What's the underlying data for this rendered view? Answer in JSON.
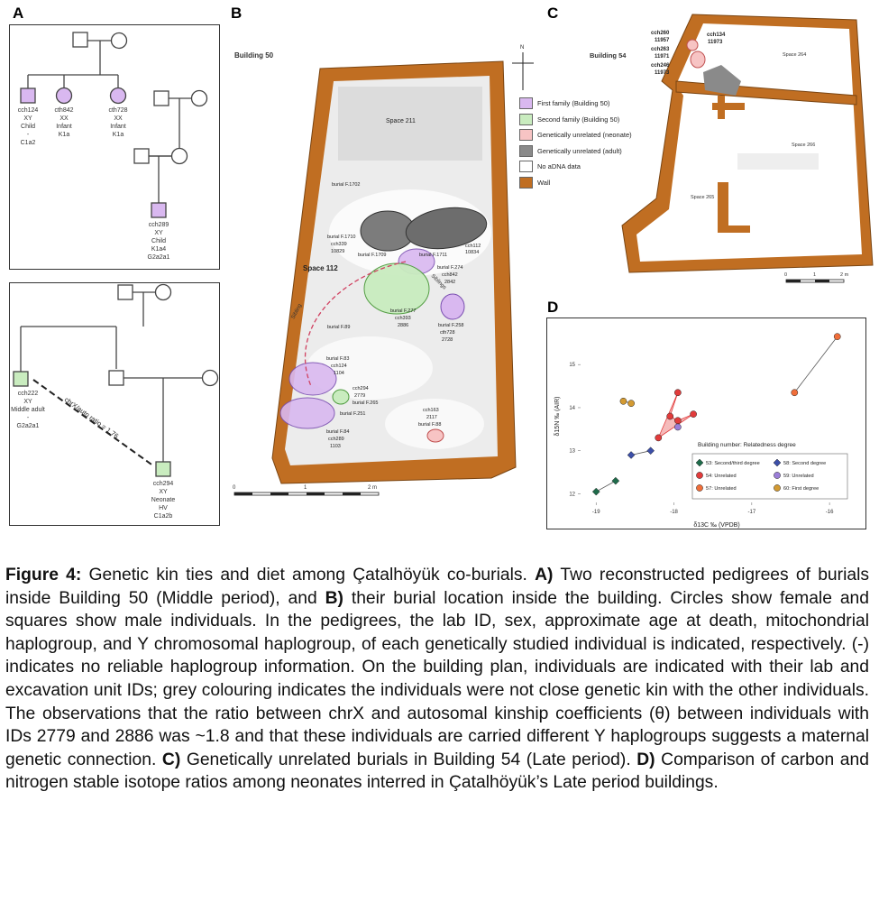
{
  "panels": {
    "a": "A",
    "b": "B",
    "c": "C",
    "d": "D"
  },
  "pedigree_top": {
    "cch124": [
      "cch124",
      "XY",
      "Child",
      "-",
      "C1a2"
    ],
    "cth842": [
      "cth842",
      "XX",
      "Infant",
      "K1a"
    ],
    "cth728": [
      "cth728",
      "XX",
      "Infant",
      "K1a"
    ],
    "cch289": [
      "cch289",
      "XY",
      "Child",
      "K1a4",
      "G2a2a1"
    ]
  },
  "pedigree_bottom": {
    "cch222": [
      "cch222",
      "XY",
      "Middle adult",
      "-",
      "G2a2a1"
    ],
    "cch294": [
      "cch294",
      "XY",
      "Neonate",
      "HV",
      "C1a2b"
    ],
    "relation": "chrX/auto ratio = 1.76"
  },
  "plan_b": {
    "building": "Building 50",
    "space211": "Space 211",
    "space112": "Space 112",
    "burial1702": "burial F.1702",
    "burial1710": [
      "burial F.1710",
      "cch339",
      "10829"
    ],
    "burial1709": "burial F.1709",
    "burial1711": "burial F.1711",
    "cch112": [
      "cch112",
      "10834"
    ],
    "burial274": [
      "burial F.274",
      "cch842",
      "2842"
    ],
    "burial277": [
      "burial F.277",
      "cch393",
      "2886"
    ],
    "burial258": [
      "burial F.258",
      "cth728",
      "2728"
    ],
    "burial89": "burial F.89",
    "burial83": [
      "burial F.83",
      "cch124",
      "1104"
    ],
    "cch294": [
      "cch294",
      "2779",
      "burial F.265"
    ],
    "burial251": "burial F.251",
    "burial84": [
      "burial F.84",
      "cch289",
      "1103"
    ],
    "cch163": [
      "cch163",
      "2117",
      "burial F.88"
    ],
    "sibling": "Sibling",
    "siblings": "Siblings",
    "scale": [
      "0",
      "1",
      "2 m"
    ],
    "north": "N"
  },
  "legend": [
    {
      "label": "First family (Building 50)",
      "color": "#d9b8f0"
    },
    {
      "label": "Second family (Building 50)",
      "color": "#c9ecbf"
    },
    {
      "label": "Genetically unrelated (neonate)",
      "color": "#f7c4c4"
    },
    {
      "label": "Genetically unrelated (adult)",
      "color": "#8a8a8a"
    },
    {
      "label": "No aDNA data",
      "color": "#ffffff"
    },
    {
      "label": "Wall",
      "color": "#c06e22"
    }
  ],
  "plan_c": {
    "building": "Building 54",
    "cch260": [
      "cch260",
      "11957"
    ],
    "cch263": [
      "cch263",
      "11971"
    ],
    "cch246": [
      "cch246",
      "11973"
    ],
    "cch134": [
      "cch134",
      "11973"
    ],
    "space264": "Space 264",
    "space266": "Space 266",
    "space265": "Space 265",
    "scale": [
      "0",
      "1",
      "2 m"
    ]
  },
  "chart_data": {
    "type": "scatter",
    "title": "",
    "xlabel": "δ13C ‰ (VPDB)",
    "ylabel": "δ15N ‰ (AIR)",
    "xticks": [
      "-19",
      "-18",
      "-17",
      "-16"
    ],
    "yticks": [
      "12",
      "13",
      "14",
      "15"
    ],
    "xlim": [
      -19.2,
      -15.7
    ],
    "ylim": [
      11.8,
      15.8
    ],
    "legend_title": "Building number: Relatedness degree",
    "series": [
      {
        "name": "53: Second/third degree",
        "color": "#1e6b4a",
        "marker": "diamond",
        "points": [
          [
            -19.0,
            12.05
          ],
          [
            -18.75,
            12.3
          ]
        ]
      },
      {
        "name": "54: Unrelated",
        "color": "#e23b3b",
        "marker": "circle",
        "points": [
          [
            -17.95,
            14.35
          ],
          [
            -18.05,
            13.8
          ],
          [
            -17.95,
            13.7
          ],
          [
            -17.75,
            13.85
          ],
          [
            -18.2,
            13.3
          ]
        ]
      },
      {
        "name": "57: Unrelated",
        "color": "#f06e3a",
        "marker": "circle",
        "points": [
          [
            -16.45,
            14.35
          ],
          [
            -15.9,
            15.65
          ]
        ]
      },
      {
        "name": "58: Second degree",
        "color": "#3c4fa8",
        "marker": "diamond",
        "points": [
          [
            -18.55,
            12.9
          ],
          [
            -18.3,
            13.0
          ]
        ]
      },
      {
        "name": "59: Unrelated",
        "color": "#9b7ed8",
        "marker": "circle",
        "points": [
          [
            -17.95,
            13.55
          ]
        ]
      },
      {
        "name": "60: First degree",
        "color": "#d39a32",
        "marker": "circle",
        "points": [
          [
            -18.65,
            14.15
          ],
          [
            -18.55,
            14.1
          ]
        ]
      }
    ]
  },
  "caption": {
    "fig_label": "Figure 4:",
    "intro": " Genetic kin ties and diet among Çatalhöyük co-burials. ",
    "a_label": "A)",
    "a_text": " Two reconstructed pedigrees of burials inside Building 50 (Middle period), and ",
    "b_label": "B)",
    "b_text": " their burial location inside the building. Circles show female and squares show male individuals. In the pedigrees, the lab ID, sex, approximate age at death, mitochondrial haplogroup, and Y chromosomal haplogroup, of each genetically studied individual is indicated, respectively. (-) indicates no reliable haplogroup information. On the building plan, individuals are indicated with their lab and excavation unit IDs; grey colouring indicates the individuals were not close genetic kin with the other individuals. The observations that the ratio between chrX and autosomal kinship coefficients (θ) between individuals with IDs 2779 and 2886 was ~1.8 and that these individuals are carried different Y haplogroups suggests a maternal genetic connection. ",
    "c_label": "C)",
    "c_text": " Genetically unrelated burials in Building 54 (Late period). ",
    "d_label": "D)",
    "d_text": " Comparison of carbon and nitrogen stable isotope ratios among neonates interred in Çatalhöyük’s Late period buildings."
  }
}
